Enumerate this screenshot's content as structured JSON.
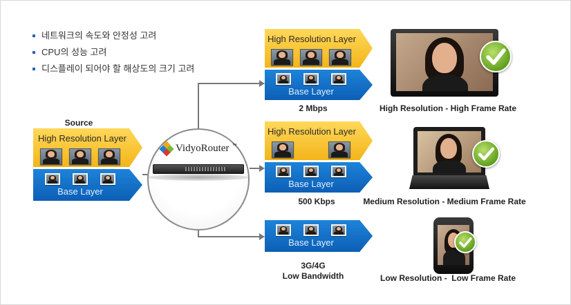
{
  "bullets": [
    "네트워크의 속도와 안정성 고려",
    "CPU의 성능 고려",
    "디스플레이 되어야 할 해상도의 크기 고려"
  ],
  "source": {
    "title": "Source",
    "high_layer_label": "High Resolution Layer",
    "base_layer_label": "Base Layer"
  },
  "router": {
    "name": "VidyoRouter",
    "tm": "™"
  },
  "outputs": [
    {
      "high_layer_label": "High Resolution Layer",
      "base_layer_label": "Base Layer",
      "bandwidth": "2 Mbps",
      "result": "High Resolution - High Frame Rate"
    },
    {
      "high_layer_label": "High Resolution Layer",
      "base_layer_label": "Base Layer",
      "bandwidth": "500 Kbps",
      "result": "Medium Resolution - Medium Frame Rate"
    },
    {
      "base_layer_label": "Base Layer",
      "bandwidth_line1": "3G/4G",
      "bandwidth_line2": "Low Bandwidth",
      "result": "Low Resolution -  Low Frame Rate"
    }
  ],
  "colors": {
    "high_layer": "#f3b51a",
    "base_layer": "#0c5fb5",
    "check": "#5c9c1b",
    "connector": "#777777"
  },
  "icons": [
    "vidyo-logo-icon",
    "check-icon"
  ]
}
